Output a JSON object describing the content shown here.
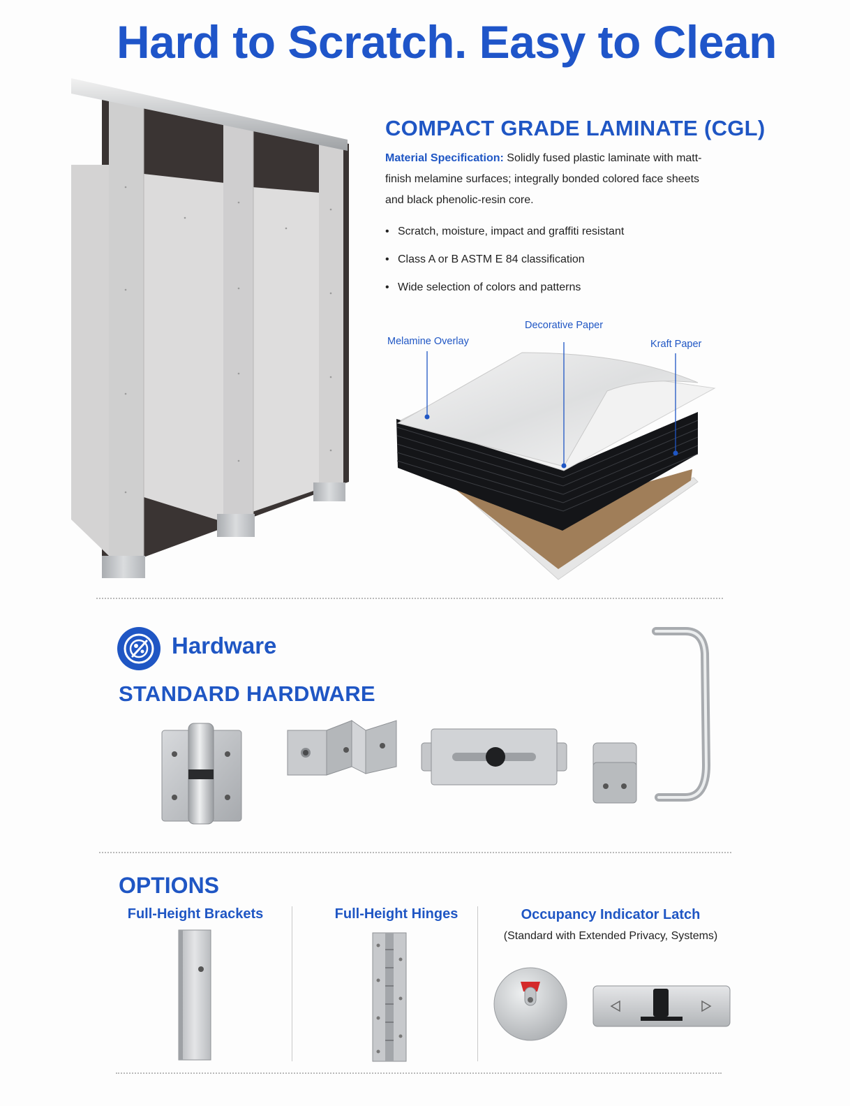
{
  "header": {
    "title": "Hard to Scratch. Easy to Clean"
  },
  "material": {
    "title": "COMPACT GRADE LAMINATE (CGL)",
    "spec_label": "Material Specification:",
    "spec_text": "Solidly fused plastic laminate with matt-finish melamine surfaces; integrally bonded colored face sheets and black phenolic-resin core.",
    "bullets": [
      "Scratch, moisture, impact and graffiti resistant",
      "Class A or B ASTM E 84 classification",
      "Wide selection of colors and patterns"
    ],
    "layers": {
      "melamine": "Melamine Overlay",
      "decorative": "Decorative Paper",
      "kraft": "Kraft Paper"
    }
  },
  "hardware": {
    "section_title": "Hardware",
    "icon": "hardware-gear-icon",
    "standard_title": "STANDARD HARDWARE",
    "items": [
      "hinge-icon",
      "wall-bracket-icon",
      "slide-latch-icon",
      "keeper-icon",
      "door-pull-icon"
    ]
  },
  "options": {
    "title": "OPTIONS",
    "items": [
      {
        "label": "Full-Height Brackets",
        "subtitle": ""
      },
      {
        "label": "Full-Height Hinges",
        "subtitle": ""
      },
      {
        "label": "Occupancy Indicator Latch",
        "subtitle": "(Standard with Extended Privacy, Systems)"
      }
    ]
  },
  "colors": {
    "accent_blue": "#1f56c4",
    "panel_gray": "#d6d5d5",
    "steel": "#b9bcc0",
    "phenolic_core": "#141518",
    "kraft": "#a07e59",
    "occupied_red": "#d42a2a"
  }
}
